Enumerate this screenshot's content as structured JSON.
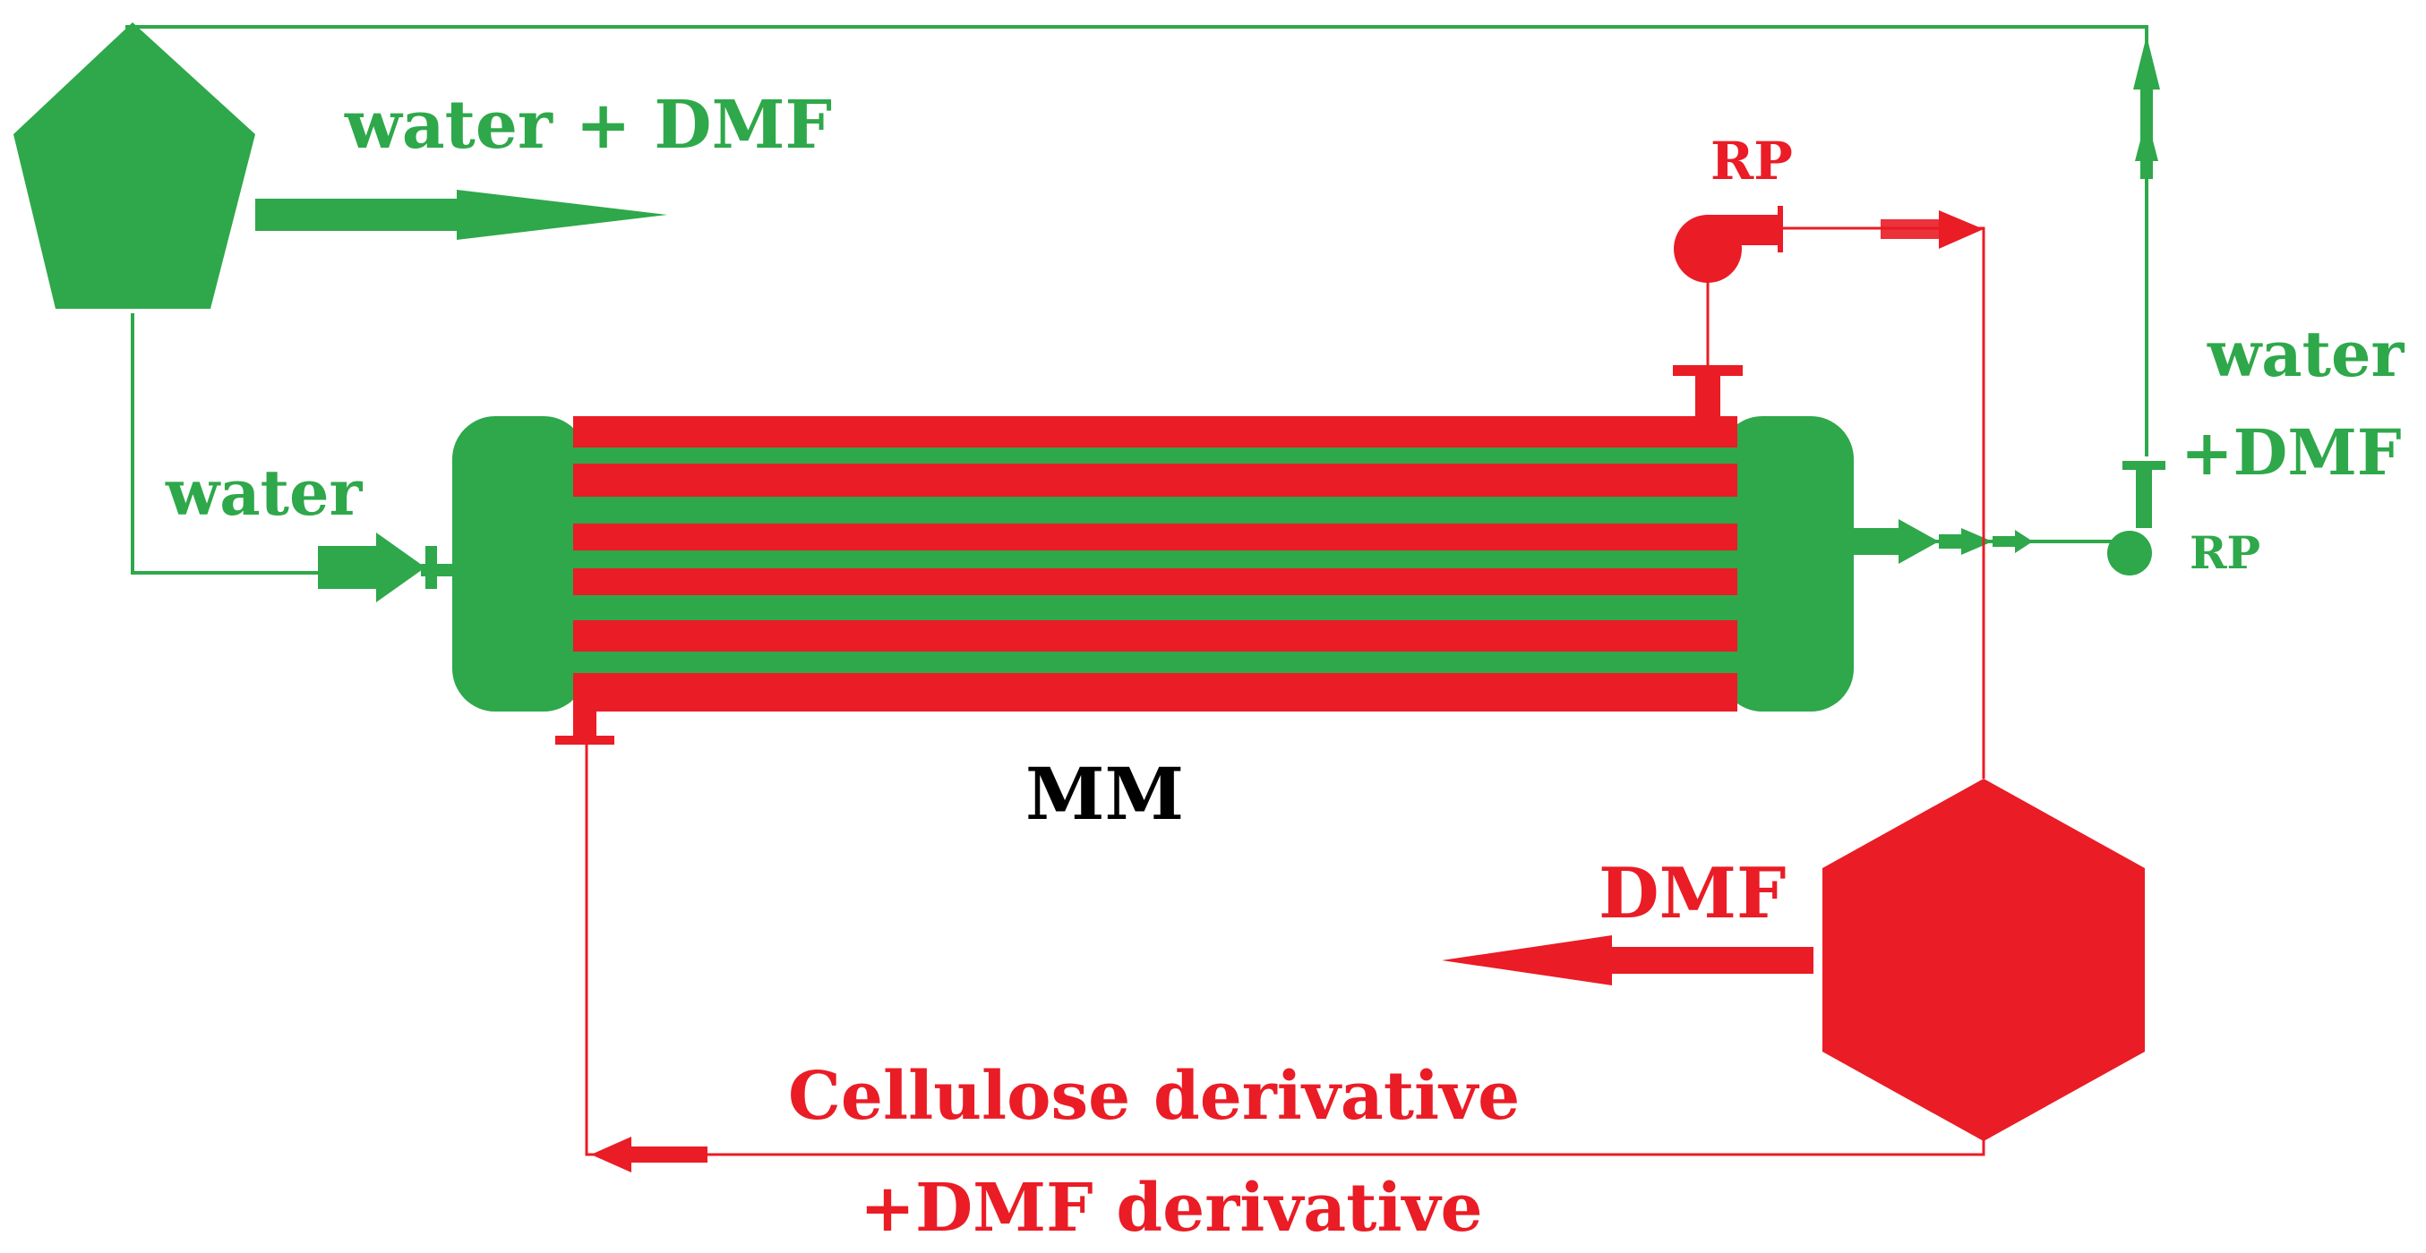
{
  "colors": {
    "green": "#2ea84a",
    "red": "#ea1c25",
    "black": "#000000"
  },
  "labels": {
    "water_dmf_top": "water + DMF",
    "water_left": "water",
    "rp_top": "RP",
    "water_right_1": "water",
    "water_right_2": "+DMF",
    "rp_right": "RP",
    "module": "MM",
    "dmf": "DMF",
    "cellulose_1": "Cellulose derivative",
    "cellulose_2": "+DMF derivative"
  },
  "icons": {
    "water_tank": "pentagon",
    "dmf_tank": "hexagon",
    "pump": "pump-icon"
  }
}
